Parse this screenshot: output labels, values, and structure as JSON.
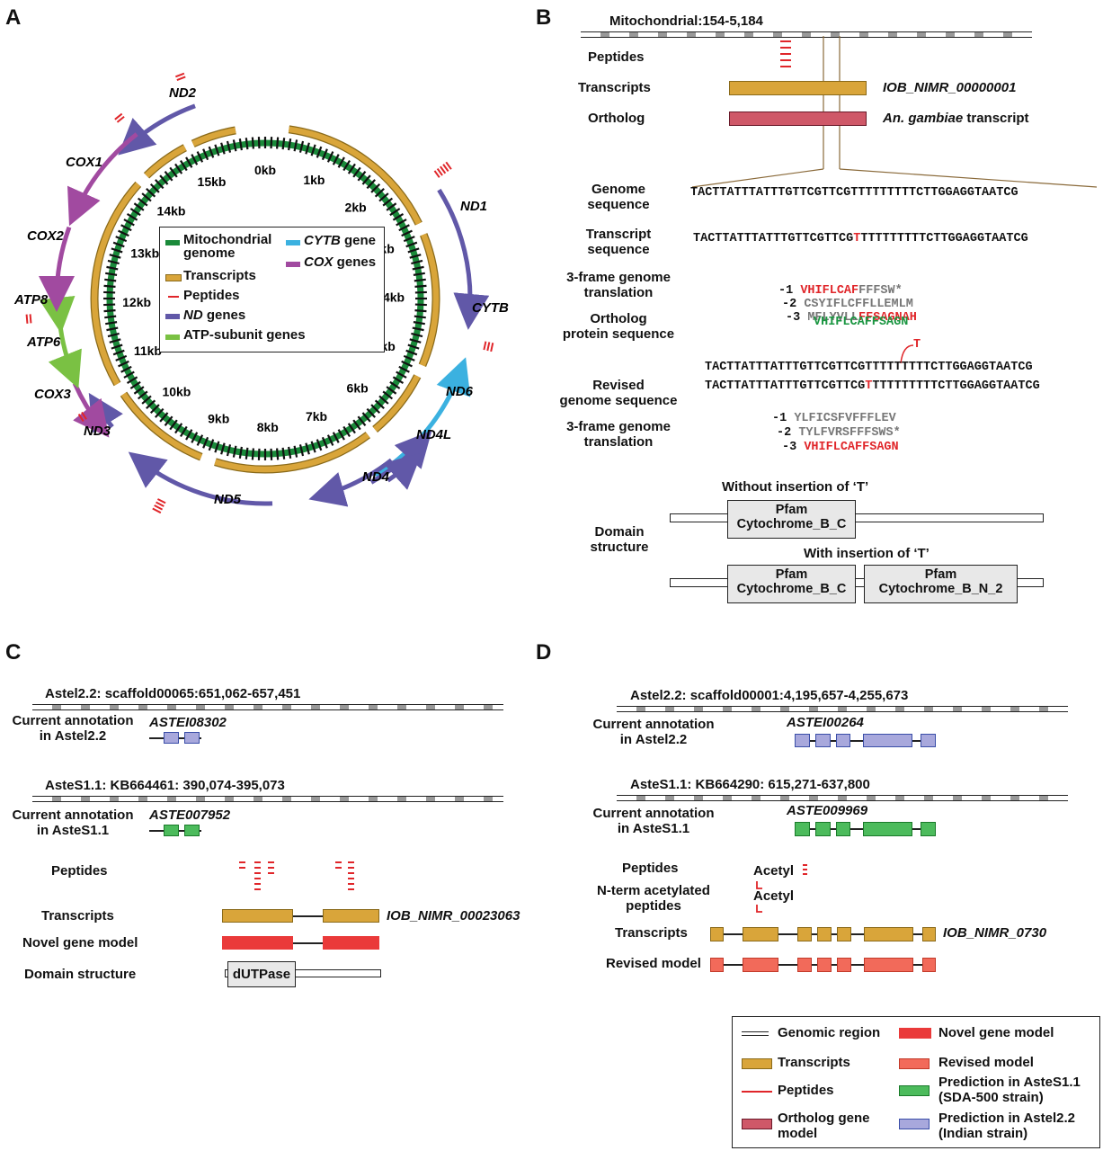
{
  "panels": {
    "a": "A",
    "b": "B",
    "c": "C",
    "d": "D"
  },
  "panel_a": {
    "kb_labels": [
      "0kb",
      "1kb",
      "2kb",
      "3kb",
      "4kb",
      "5kb",
      "6kb",
      "7kb",
      "8kb",
      "9kb",
      "10kb",
      "11kb",
      "12kb",
      "13kb",
      "14kb",
      "15kb"
    ],
    "genes": {
      "nd2": "ND2",
      "nd1": "ND1",
      "cytb": "CYTB",
      "nd6": "ND6",
      "nd4l": "ND4L",
      "nd4": "ND4",
      "nd5": "ND5",
      "nd3": "ND3",
      "cox3": "COX3",
      "atp6": "ATP6",
      "atp8": "ATP8",
      "cox2": "COX2",
      "cox1": "COX1"
    },
    "legend": {
      "mito_1": "Mitochondrial",
      "mito_2": "genome",
      "transcripts": "Transcripts",
      "peptides": "Peptides",
      "nd_genes_it": "ND",
      "nd_genes_rest": " genes",
      "atp": "ATP-subunit genes",
      "cytb_it": "CYTB",
      "cytb_rest": " gene",
      "cox_it": "COX",
      "cox_rest": " genes"
    },
    "colors": {
      "genome": "#1a8a3a",
      "transcript": "#d9a53a",
      "peptide": "#e0262a",
      "nd": "#6158a8",
      "atp": "#7ac143",
      "cytb": "#3bb1e0",
      "cox": "#a14aa0"
    }
  },
  "panel_b": {
    "region": "Mitochondrial:154-5,184",
    "row_peptides": "Peptides",
    "row_transcripts": "Transcripts",
    "row_ortholog": "Ortholog",
    "transcript_id": "IOB_NIMR_00000001",
    "ortholog_it": "An. gambiae",
    "ortholog_rest": "transcript",
    "genome_seq_label_1": "Genome",
    "genome_seq_label_2": "sequence",
    "genome_seq": "TACTTATTTATTTGTTCGTTCGTTTTTTTTTCTTGGAGGTAATCG",
    "transcript_seq_label_1": "Transcript",
    "transcript_seq_label_2": "sequence",
    "transcript_seq_a": "TACTTATTTATTTGTTCGTTCG",
    "transcript_seq_t": "T",
    "transcript_seq_b": "TTTTTTTTTCTTGGAGGTAATCG",
    "frame_label_1": "3-frame genome",
    "frame_label_2": "translation",
    "f1_num": "-1",
    "f1_red": "VHIFLCAF",
    "f1_grey": "FFFSW*",
    "f2_num": "-2",
    "f2_grey": "CSYIFLCFFLLEMLM",
    "f3_num": "-3",
    "f3_grey": "MFLYVLL",
    "f3_red": "FFSAGNAH",
    "ortholog_seq_label_1": "Ortholog",
    "ortholog_seq_label_2": "protein sequence",
    "ortholog_seq": "VHIFLCAFFSAGN",
    "insert_t": "T",
    "rev_line1": "TACTTATTTATTTGTTCGTTCGTTTTTTTTTCTTGGAGGTAATCG",
    "revised_label_1": "Revised",
    "revised_label_2": "genome sequence",
    "rev_line2_a": "TACTTATTTATTTGTTCGTTCG",
    "rev_line2_t": "T",
    "rev_line2_b": "TTTTTTTTTCTTGGAGGTAATCG",
    "frame2_label_1": "3-frame genome",
    "frame2_label_2": "translation",
    "g1_num": "-1",
    "g1_grey": "YLFICSFVFFFLEV",
    "g2_num": "-2",
    "g2_grey": "TYLFVRSFFFSWS*",
    "g3_num": "-3",
    "g3_red": "VHIFLCAFFSAGN",
    "without_t": "Without insertion of ‘T’",
    "with_t": "With insertion of ‘T’",
    "domain_label_1": "Domain",
    "domain_label_2": "structure",
    "pfam": "Pfam",
    "cyt_b_c": "Cytochrome_B_C",
    "cyt_b_n2": "Cytochrome_B_N_2"
  },
  "panel_c": {
    "region1": "Astel2.2: scaffold00065:651,062-657,451",
    "current_1": "Current annotation",
    "current_in_astel": "in Astel2.2",
    "astei": "ASTEI08302",
    "region2": "AsteS1.1: KB664461: 390,074-395,073",
    "current_2": "Current annotation",
    "current_in_astes": "in AsteS1.1",
    "aste": "ASTE007952",
    "peptides": "Peptides",
    "transcripts": "Transcripts",
    "transcript_id": "IOB_NIMR_00023063",
    "novel": "Novel gene model",
    "domain": "Domain structure",
    "dutpase": "dUTPase"
  },
  "panel_d": {
    "region1": "Astel2.2: scaffold00001:4,195,657-4,255,673",
    "current_1": "Current annotation",
    "current_in_astel": "in Astel2.2",
    "astei": "ASTEI00264",
    "region2": "AsteS1.1: KB664290: 615,271-637,800",
    "current_2": "Current annotation",
    "current_in_astes": "in AsteS1.1",
    "aste": "ASTE009969",
    "peptides": "Peptides",
    "acetyl_1": "Acetyl",
    "nterm_1": "N-term acetylated",
    "nterm_2": "peptides",
    "acetyl_2": "Acetyl",
    "transcripts": "Transcripts",
    "transcript_id": "IOB_NIMR_0730",
    "revised": "Revised model"
  },
  "legend": {
    "genomic": "Genomic region",
    "transcripts": "Transcripts",
    "peptides": "Peptides",
    "ortholog_1": "Ortholog gene",
    "ortholog_2": "model",
    "novel": "Novel gene model",
    "revised": "Revised model",
    "pred_s_1": "Prediction in AsteS1.1",
    "pred_s_2": "(SDA-500 strain)",
    "pred_i_1": "Prediction in Astel2.2",
    "pred_i_2": "(Indian strain)"
  }
}
